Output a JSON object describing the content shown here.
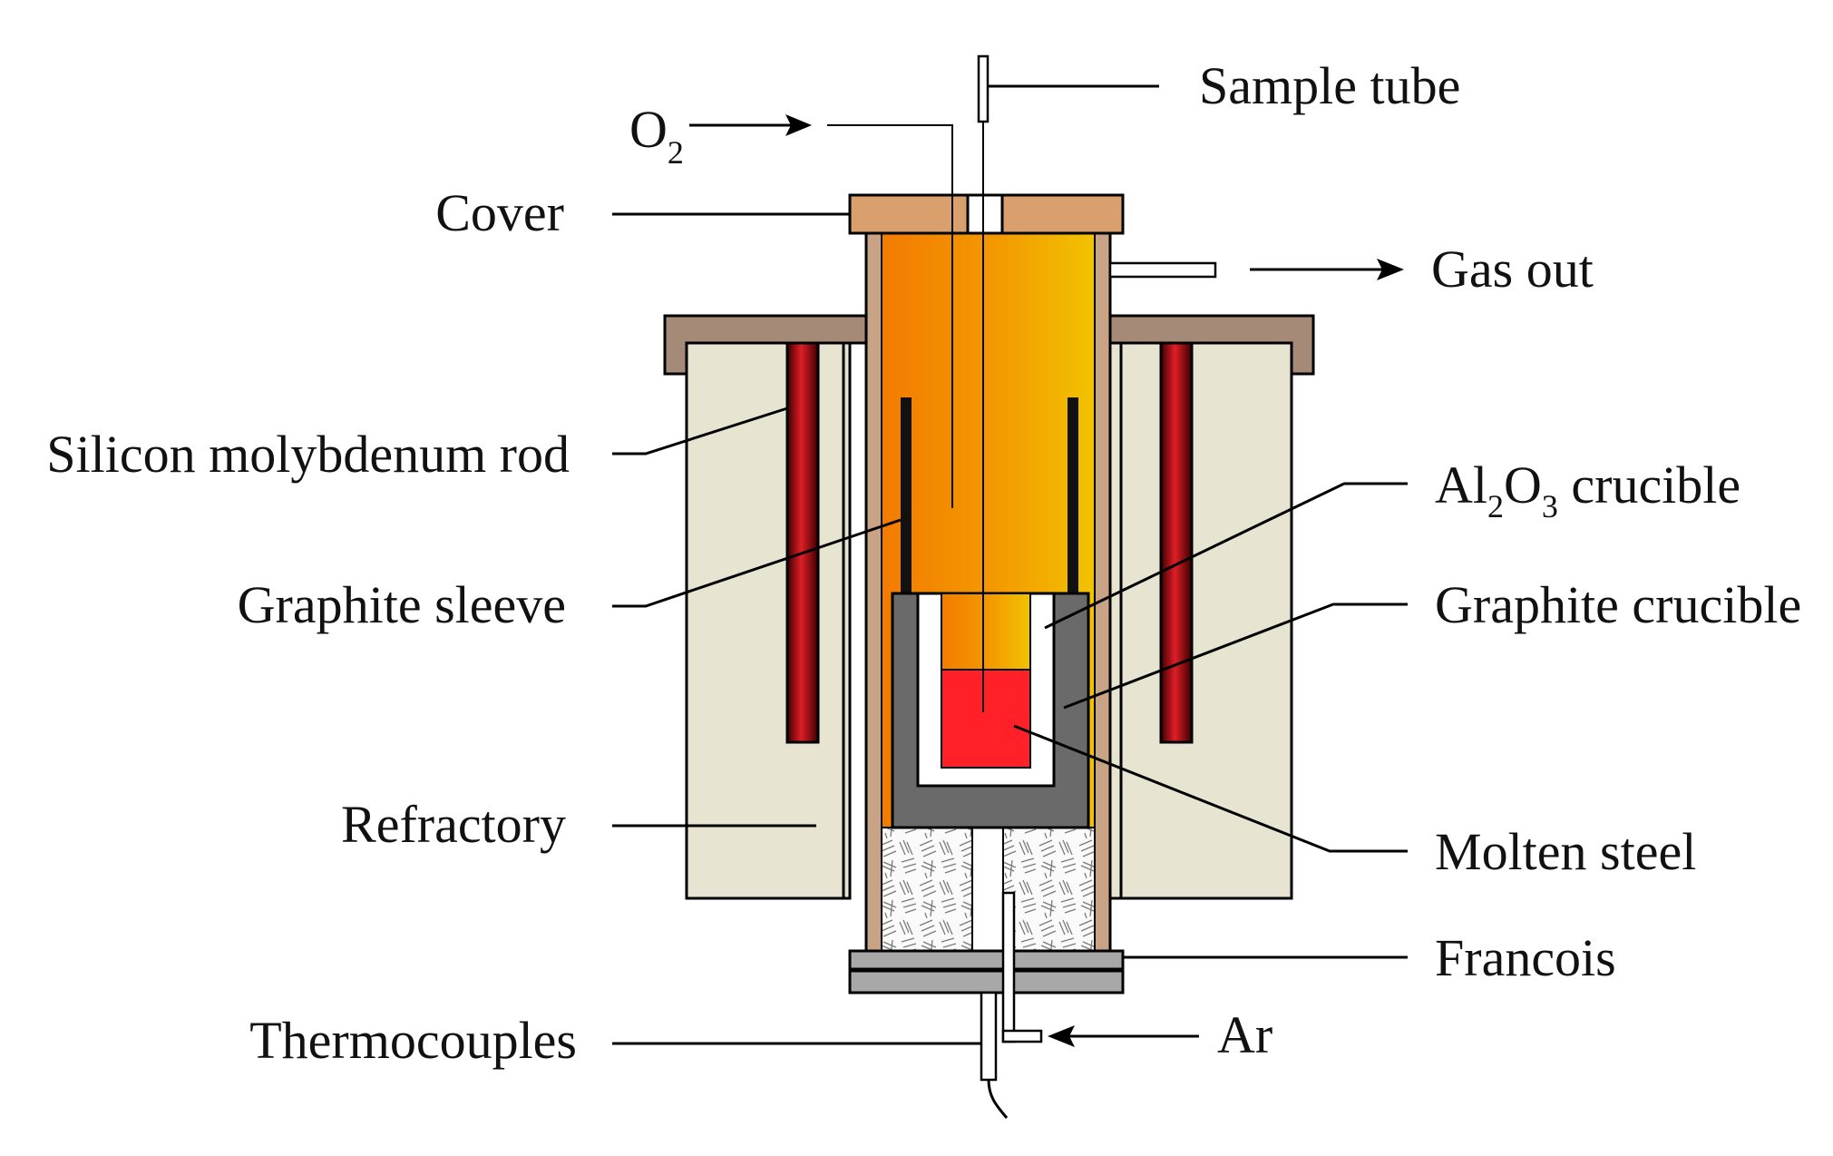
{
  "labels": {
    "sample_tube": "Sample tube",
    "o2_letter": "O",
    "o2_sub": "2",
    "cover": "Cover",
    "gas_out": "Gas out",
    "silicon_rod": "Silicon molybdenum rod",
    "al2o3_a": "Al",
    "al2o3_sub1": "2",
    "al2o3_b": "O",
    "al2o3_sub2": "3",
    "al2o3_c": " crucible",
    "graphite_sleeve": "Graphite sleeve",
    "graphite_crucible": "Graphite crucible",
    "refractory": "Refractory",
    "molten_steel": "Molten steel",
    "francois": "Francois",
    "thermocouples": "Thermocouples",
    "ar": "Ar"
  },
  "colors": {
    "cover": "#D9A06E",
    "refractory": "#E8E4D2",
    "top_plate": "#A58A78",
    "tube_wall": "#C8A386",
    "hot_zone_left": "#F37B00",
    "hot_zone_right": "#F2C300",
    "heater_rod": "#C0141C",
    "graphite_crucible": "#6A6A6A",
    "al2o3_crucible": "#FFFFFF",
    "molten_steel": "#FF2028",
    "base_plate": "#A8A8A8"
  }
}
